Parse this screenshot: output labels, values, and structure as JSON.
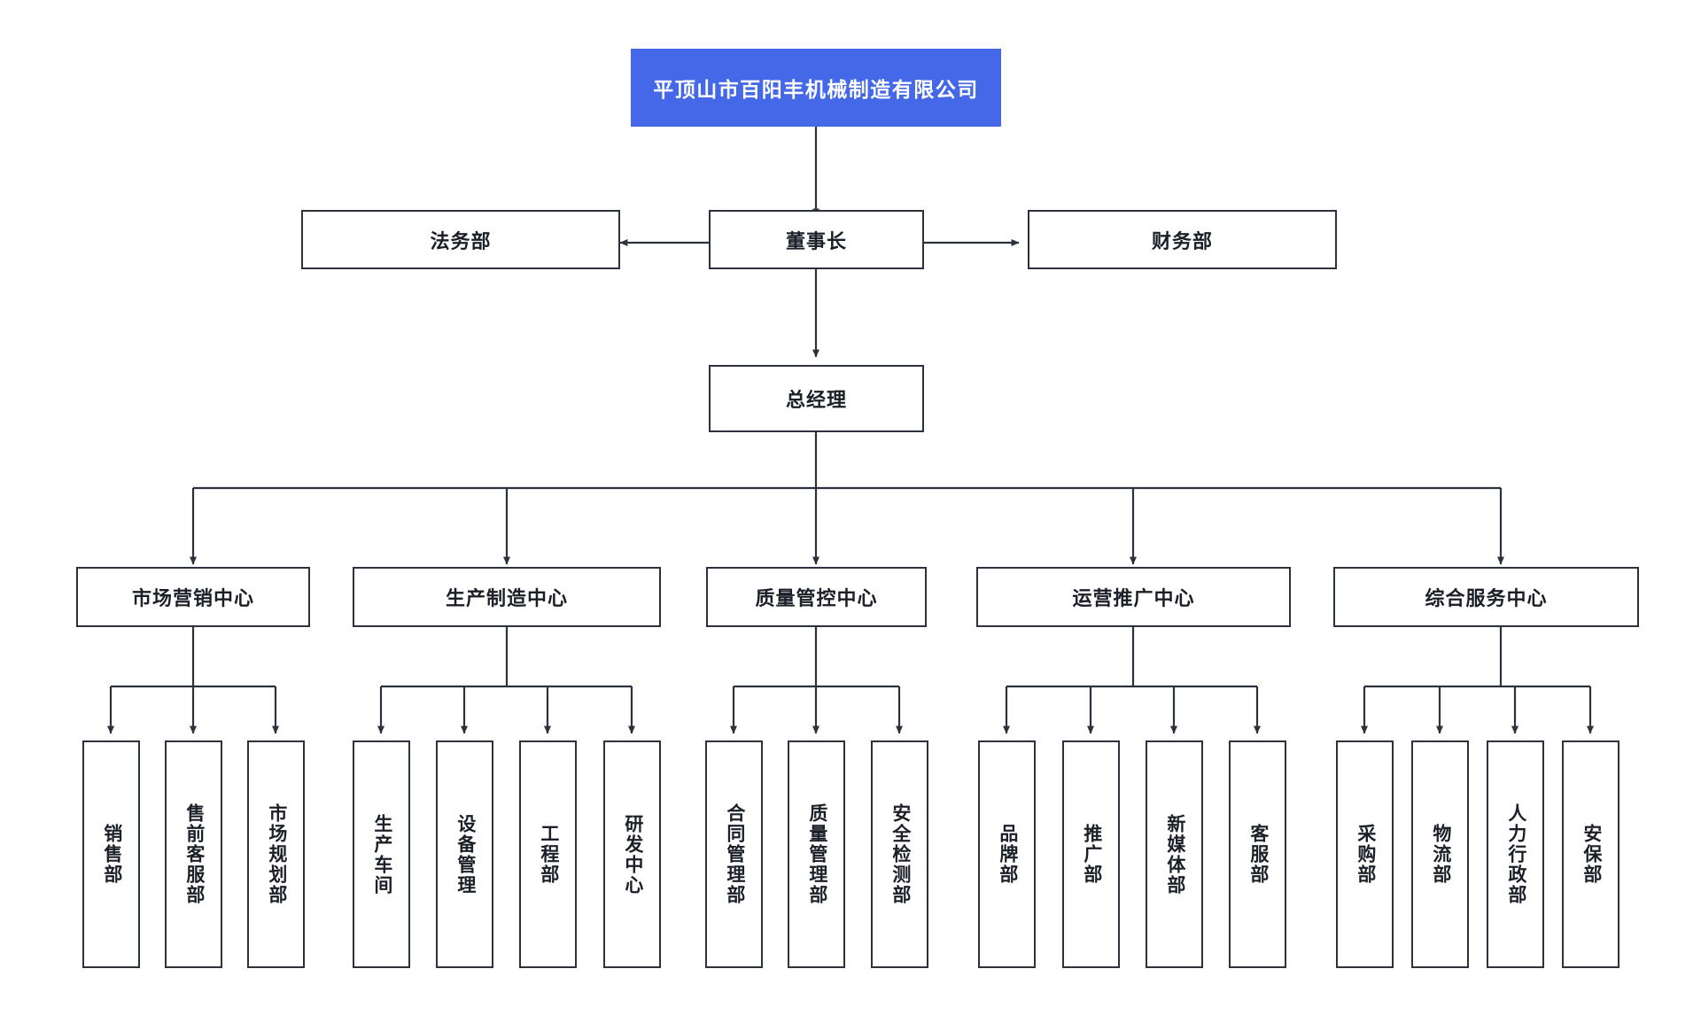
{
  "chart": {
    "type": "org-chart",
    "title": "平顶山市百阳丰机械制造有限公司",
    "accent_color": "#4468e8",
    "line_color": "#2b323c",
    "background": "#ffffff",
    "levels": [
      {
        "level": 1,
        "nodes": [
          {
            "id": "company",
            "label": "平顶山市百阳丰机械制造有限公司",
            "style": "accent",
            "orientation": "horizontal"
          }
        ]
      },
      {
        "level": 2,
        "nodes": [
          {
            "id": "legal",
            "label": "法务部",
            "style": "plain",
            "orientation": "horizontal"
          },
          {
            "id": "chairman",
            "label": "董事长",
            "style": "plain",
            "orientation": "horizontal"
          },
          {
            "id": "finance",
            "label": "财务部",
            "style": "plain",
            "orientation": "horizontal"
          }
        ]
      },
      {
        "level": 3,
        "nodes": [
          {
            "id": "gm",
            "label": "总经理",
            "style": "plain",
            "orientation": "horizontal"
          }
        ]
      },
      {
        "level": 4,
        "nodes": [
          {
            "id": "c1",
            "label": "市场营销中心",
            "style": "plain",
            "orientation": "horizontal"
          },
          {
            "id": "c2",
            "label": "生产制造中心",
            "style": "plain",
            "orientation": "horizontal"
          },
          {
            "id": "c3",
            "label": "质量管控中心",
            "style": "plain",
            "orientation": "horizontal"
          },
          {
            "id": "c4",
            "label": "运营推广中心",
            "style": "plain",
            "orientation": "horizontal"
          },
          {
            "id": "c5",
            "label": "综合服务中心",
            "style": "plain",
            "orientation": "horizontal"
          }
        ]
      },
      {
        "level": 5,
        "nodes": [
          {
            "id": "l1",
            "label": "销售部",
            "parent": "c1",
            "orientation": "vertical"
          },
          {
            "id": "l2",
            "label": "售前客服部",
            "parent": "c1",
            "orientation": "vertical"
          },
          {
            "id": "l3",
            "label": "市场规划部",
            "parent": "c1",
            "orientation": "vertical"
          },
          {
            "id": "l4",
            "label": "生产车间",
            "parent": "c2",
            "orientation": "vertical"
          },
          {
            "id": "l5",
            "label": "设备管理",
            "parent": "c2",
            "orientation": "vertical"
          },
          {
            "id": "l6",
            "label": "工程部",
            "parent": "c2",
            "orientation": "vertical"
          },
          {
            "id": "l7",
            "label": "研发中心",
            "parent": "c2",
            "orientation": "vertical"
          },
          {
            "id": "l8",
            "label": "合同管理部",
            "parent": "c3",
            "orientation": "vertical"
          },
          {
            "id": "l9",
            "label": "质量管理部",
            "parent": "c3",
            "orientation": "vertical"
          },
          {
            "id": "l10",
            "label": "安全检测部",
            "parent": "c3",
            "orientation": "vertical"
          },
          {
            "id": "l11",
            "label": "品牌部",
            "parent": "c4",
            "orientation": "vertical"
          },
          {
            "id": "l12",
            "label": "推广部",
            "parent": "c4",
            "orientation": "vertical"
          },
          {
            "id": "l13",
            "label": "新媒体部",
            "parent": "c4",
            "orientation": "vertical"
          },
          {
            "id": "l14",
            "label": "客服部",
            "parent": "c4",
            "orientation": "vertical"
          },
          {
            "id": "l15",
            "label": "采购部",
            "parent": "c5",
            "orientation": "vertical"
          },
          {
            "id": "l16",
            "label": "物流部",
            "parent": "c5",
            "orientation": "vertical"
          },
          {
            "id": "l17",
            "label": "人力行政部",
            "parent": "c5",
            "orientation": "vertical"
          },
          {
            "id": "l18",
            "label": "安保部",
            "parent": "c5",
            "orientation": "vertical"
          }
        ]
      }
    ],
    "edges": [
      {
        "from": "company",
        "to": "chairman",
        "kind": "arrow-down"
      },
      {
        "from": "chairman",
        "to": "legal",
        "kind": "arrow-left"
      },
      {
        "from": "chairman",
        "to": "finance",
        "kind": "arrow-right"
      },
      {
        "from": "chairman",
        "to": "gm",
        "kind": "arrow-down"
      },
      {
        "from": "gm",
        "to": "c1",
        "kind": "arrow-down-bus"
      },
      {
        "from": "gm",
        "to": "c2",
        "kind": "arrow-down-bus"
      },
      {
        "from": "gm",
        "to": "c3",
        "kind": "arrow-down-bus"
      },
      {
        "from": "gm",
        "to": "c4",
        "kind": "arrow-down-bus"
      },
      {
        "from": "gm",
        "to": "c5",
        "kind": "arrow-down-bus"
      },
      {
        "from": "c1",
        "to": "l1",
        "kind": "arrow-down-bus"
      },
      {
        "from": "c1",
        "to": "l2",
        "kind": "arrow-down-bus"
      },
      {
        "from": "c1",
        "to": "l3",
        "kind": "arrow-down-bus"
      },
      {
        "from": "c2",
        "to": "l4",
        "kind": "arrow-down-bus"
      },
      {
        "from": "c2",
        "to": "l5",
        "kind": "arrow-down-bus"
      },
      {
        "from": "c2",
        "to": "l6",
        "kind": "arrow-down-bus"
      },
      {
        "from": "c2",
        "to": "l7",
        "kind": "arrow-down-bus"
      },
      {
        "from": "c3",
        "to": "l8",
        "kind": "arrow-down-bus"
      },
      {
        "from": "c3",
        "to": "l9",
        "kind": "arrow-down-bus"
      },
      {
        "from": "c3",
        "to": "l10",
        "kind": "arrow-down-bus"
      },
      {
        "from": "c4",
        "to": "l11",
        "kind": "arrow-down-bus"
      },
      {
        "from": "c4",
        "to": "l12",
        "kind": "arrow-down-bus"
      },
      {
        "from": "c4",
        "to": "l13",
        "kind": "arrow-down-bus"
      },
      {
        "from": "c4",
        "to": "l14",
        "kind": "arrow-down-bus"
      },
      {
        "from": "c5",
        "to": "l15",
        "kind": "arrow-down-bus"
      },
      {
        "from": "c5",
        "to": "l16",
        "kind": "arrow-down-bus"
      },
      {
        "from": "c5",
        "to": "l17",
        "kind": "arrow-down-bus"
      },
      {
        "from": "c5",
        "to": "l18",
        "kind": "arrow-down-bus"
      }
    ]
  }
}
